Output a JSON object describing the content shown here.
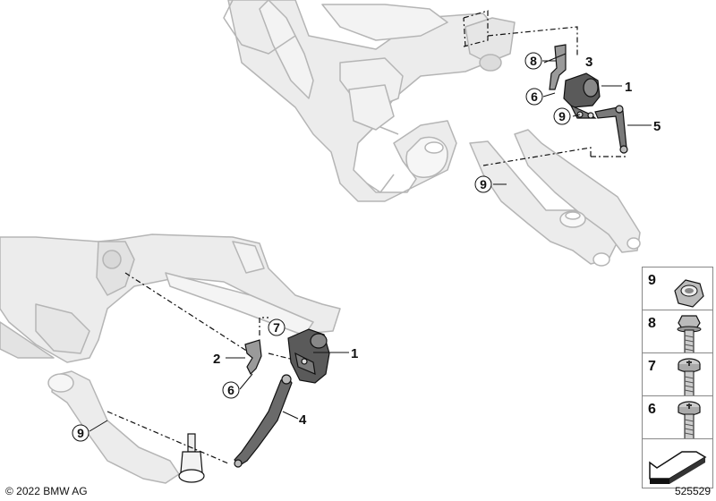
{
  "callouts": {
    "top": {
      "n1": "1",
      "n3": "3",
      "n5": "5",
      "n6": "6",
      "n8": "8",
      "n9a": "9",
      "n9b": "9"
    },
    "bottom": {
      "n1": "1",
      "n2": "2",
      "n4": "4",
      "n6": "6",
      "n7": "7",
      "n9": "9"
    }
  },
  "legend": [
    {
      "number": "9",
      "part": "hex-nut"
    },
    {
      "number": "8",
      "part": "hex-flange-bolt"
    },
    {
      "number": "7",
      "part": "torx-bolt"
    },
    {
      "number": "6",
      "part": "torx-bolt"
    },
    {
      "number": "",
      "part": "direction-arrow"
    }
  ],
  "footer": {
    "copyright": "© 2022 BMW AG",
    "diagram_number": "525529"
  },
  "colors": {
    "ghost_fill": "#ececec",
    "ghost_stroke": "#b5b5b5",
    "part_fill": "#555555",
    "part_stroke": "#111111"
  }
}
